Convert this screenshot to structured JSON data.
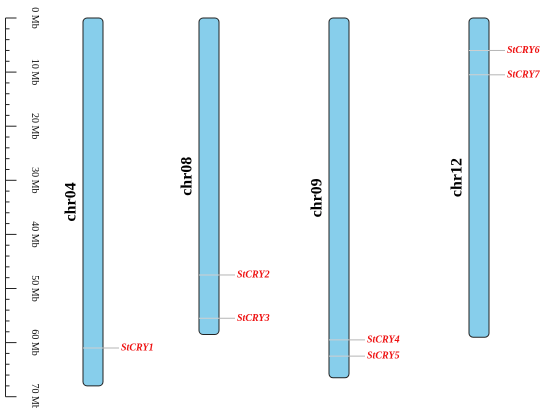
{
  "scale": {
    "unit": "Mb",
    "min": 0,
    "max": 70,
    "step": 10,
    "tick_labels": [
      "0 Mb",
      "10 Mb",
      "20 Mb",
      "30 Mb",
      "40 Mb",
      "50 Mb",
      "60 Mb",
      "70 Mb"
    ]
  },
  "colors": {
    "chromosome_fill": "#87ceeb",
    "gene_label": "#ee1111",
    "outline": "#222222"
  },
  "chromosomes": [
    {
      "name": "chr04",
      "length_mb": 68,
      "genes": [
        {
          "name": "StCRY1",
          "position_mb": 61
        }
      ]
    },
    {
      "name": "chr08",
      "length_mb": 58.5,
      "genes": [
        {
          "name": "StCRY2",
          "position_mb": 47.5
        },
        {
          "name": "StCRY3",
          "position_mb": 55.5
        }
      ]
    },
    {
      "name": "chr09",
      "length_mb": 66.5,
      "genes": [
        {
          "name": "StCRY4",
          "position_mb": 59.5
        },
        {
          "name": "StCRY5",
          "position_mb": 62.5
        }
      ]
    },
    {
      "name": "chr12",
      "length_mb": 59,
      "genes": [
        {
          "name": "StCRY6",
          "position_mb": 6
        },
        {
          "name": "StCRY7",
          "position_mb": 10.5
        }
      ]
    }
  ]
}
